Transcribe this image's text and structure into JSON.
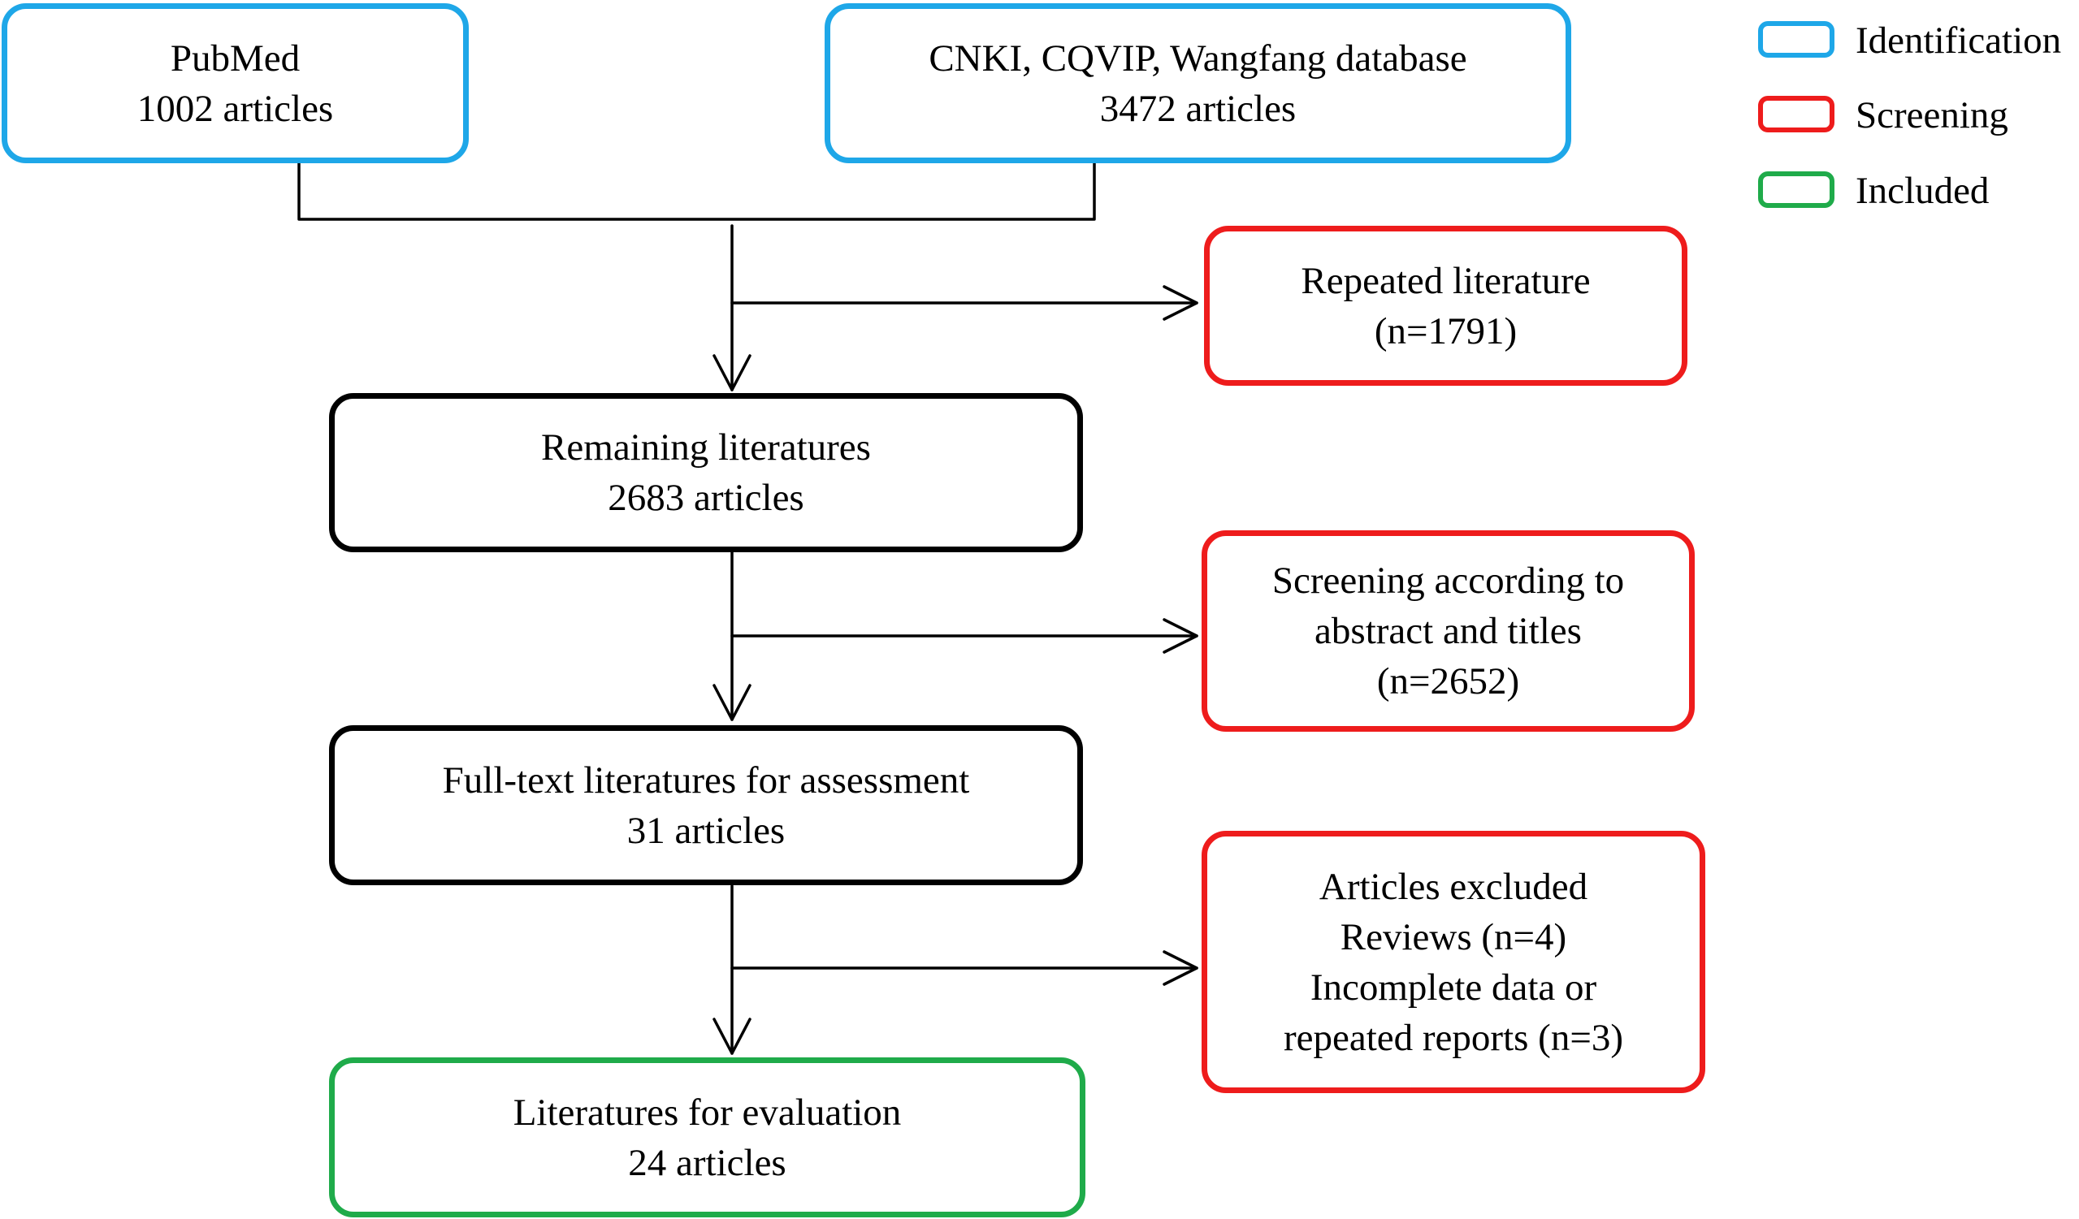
{
  "colors": {
    "identification": "#1ea7e8",
    "screening": "#ee1c1c",
    "included": "#1fab4a",
    "process": "#000000"
  },
  "legend": [
    {
      "label": "Identification",
      "color": "#1ea7e8"
    },
    {
      "label": "Screening",
      "color": "#ee1c1c"
    },
    {
      "label": "Included",
      "color": "#1fab4a"
    }
  ],
  "boxes": {
    "pubmed": {
      "lines": [
        "PubMed",
        "1002 articles"
      ]
    },
    "cnki": {
      "lines": [
        "CNKI, CQVIP, Wangfang database",
        "3472 articles"
      ]
    },
    "repeated": {
      "lines": [
        "Repeated literature",
        "(n=1791)"
      ]
    },
    "remaining": {
      "lines": [
        "Remaining literatures",
        "2683 articles"
      ]
    },
    "screening_abstract": {
      "lines": [
        "Screening according to",
        "abstract and titles",
        "(n=2652)"
      ]
    },
    "fulltext": {
      "lines": [
        "Full-text literatures for assessment",
        "31 articles"
      ]
    },
    "excluded": {
      "lines": [
        "Articles excluded",
        "Reviews (n=4)",
        "Incomplete data or",
        "repeated reports (n=3)"
      ]
    },
    "evaluation": {
      "lines": [
        "Literatures for evaluation",
        "24 articles"
      ]
    }
  }
}
